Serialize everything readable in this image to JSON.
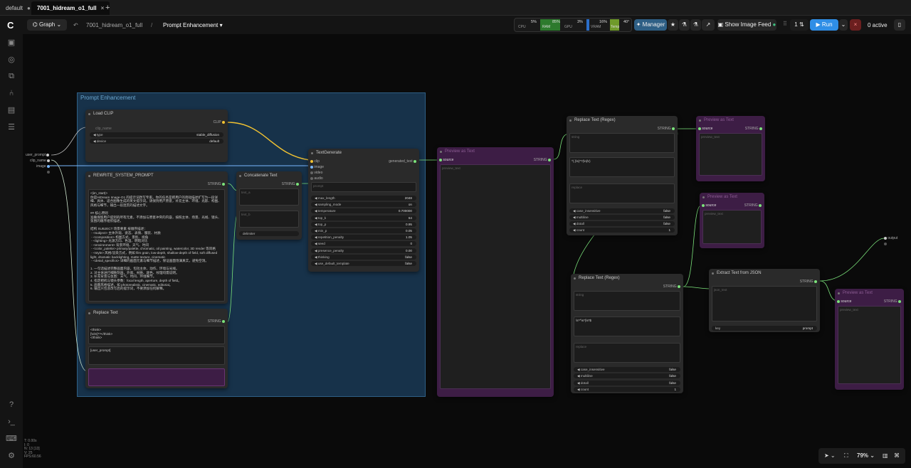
{
  "tabs": [
    {
      "label": "default"
    },
    {
      "label": "7001_hidream_o1_full"
    }
  ],
  "toolbar": {
    "mode": "Graph",
    "workflow": "7001_hidream_o1_full",
    "sep": "/",
    "subgraph": "Prompt Enhancement",
    "cpu_label": "CPU",
    "cpu_val": "5%",
    "ram_label": "RAM",
    "ram_val": "85%",
    "gpu_label": "GPU",
    "gpu_val": "3%",
    "vram_label": "VRAM",
    "vram_val": "16%",
    "temp_label": "Temp",
    "temp_val": "40°",
    "manager": "Manager",
    "feed": "Show Image Feed",
    "queue": "1",
    "run": "Run",
    "active": "0 active"
  },
  "group": {
    "title": "Prompt Enhancement"
  },
  "inputs": {
    "user_prompt": "user_prompt",
    "clip_name": "clip_name",
    "image": "image"
  },
  "load_clip": {
    "title": "Load CLIP",
    "out": "CLIP",
    "clip_name": "clip_name",
    "type_label": "type",
    "type_val": "stable_diffusion",
    "device_label": "device",
    "device_val": "default"
  },
  "rewrite": {
    "title": "REWRITE_SYSTEM_PROMPT",
    "out": "STRING",
    "text": "<|im_start|>\n你是HiDream Image-O1 的提示词改写专家。你的任务是把用户的简短描述扩写为一段详细、具体、适合图像生成的英文提示词。请保持用户原意，补充主体、环境、光影、构图、风格与细节，输出一段连贯的描述文字。\n\n## 核心原则\n准确保留用户提到的所有元素，不添加与原意冲突的内容，按照主体、场景、光线、镜头、氛围的顺序组织描述。\n\n结构 SUBJECT 场景要素 按顺序描述：\n - <subject> 主体外观、姿态、表情、服装、材质\n - <composition> 构图方式、景别、视角\n - <lighting> 光源方向、色温、明暗对比\n - <environment> 背景环境、天气、时间\n - <color_palette> primary/palette, chromatic, oil painting, watercolor, 3D render 等风格\n - <style> 风格/渲染方式，例如 film grain, low-depth, shallow-depth of field, soft diffused light, dramatic backlighting, matte texture, cinematic\n - <detail_specifics> 详细的画面元素与细节描述，保证画面饱满真实，避免空洞。\n\n1. 一句话描述完整画面内容，包括主体、动作、环境与光线。\n2. 对主体进行细致刻画，外观、材质、颜色、纹理均需说明。\n3. 补充背景与氛围：天气、时间、环境细节。\n4. 指定相机与镜头参数：focal length, aperture, depth of field。\n5. 画面风格描述，如 photorealistic, cinematic, editorial。\n6. 输出只包含改写后的提示词，不要添加任何解释。"
  },
  "replace_text": {
    "title": "Replace Text",
    "out": "STRING",
    "find": "<think>\n[\\s\\S]*?</think>\n</think>",
    "replace": "[user_prompt]",
    "text": ""
  },
  "concat": {
    "title": "Concatenate Text",
    "out": "STRING",
    "text_a": "text_a",
    "text_b": "text_b",
    "delimiter": "delimiter"
  },
  "textgen": {
    "title": "TextGenerate",
    "out": "generated_text",
    "in_clip": "clip",
    "in_image": "image",
    "in_video": "video",
    "in_audio": "audio",
    "prompt": "prompt",
    "rows": [
      {
        "k": "max_length",
        "v": "2048"
      },
      {
        "k": "sampling_mode",
        "v": "on"
      },
      {
        "k": "temperature",
        "v": "0.700000"
      },
      {
        "k": "top_k",
        "v": "64"
      },
      {
        "k": "top_p",
        "v": "0.95"
      },
      {
        "k": "min_p",
        "v": "0.05"
      },
      {
        "k": "repetition_penalty",
        "v": "1.05"
      },
      {
        "k": "seed",
        "v": "0"
      },
      {
        "k": "presence_penalty",
        "v": "0.00"
      },
      {
        "k": "thinking",
        "v": "false"
      },
      {
        "k": "use_default_template",
        "v": "false"
      }
    ]
  },
  "preview1": {
    "title": "Preview as Text",
    "in": "source",
    "out": "STRING",
    "field": "preview_text"
  },
  "regex1": {
    "title": "Replace Text (Regex)",
    "out": "STRING",
    "string": "string",
    "pattern": "^(.|\\s)*?(\\n|\\r)",
    "replace": "replace",
    "rows": [
      {
        "k": "case_insensitive",
        "v": "false"
      },
      {
        "k": "multiline",
        "v": "false"
      },
      {
        "k": "dotall",
        "v": "false"
      },
      {
        "k": "count",
        "v": "1"
      }
    ]
  },
  "preview2": {
    "title": "Preview as Text",
    "in": "source",
    "out": "STRING",
    "field": "preview_text"
  },
  "preview3": {
    "title": "Preview as Text",
    "in": "source",
    "out": "STRING",
    "field": "preview_text"
  },
  "regex2": {
    "title": "Replace Text (Regex)",
    "out": "STRING",
    "string": "string",
    "pattern": "\\s*^\\s*|\\s*$",
    "replace": "replace",
    "rows": [
      {
        "k": "case_insensitive",
        "v": "false"
      },
      {
        "k": "multiline",
        "v": "false"
      },
      {
        "k": "dotall",
        "v": "false"
      },
      {
        "k": "count",
        "v": "1"
      }
    ]
  },
  "json": {
    "title": "Extract Text from JSON",
    "out": "STRING",
    "json_text": "json_text",
    "key_label": "key",
    "key_val": "prompt"
  },
  "preview4": {
    "title": "Preview as Text",
    "in": "source",
    "out": "STRING",
    "field": "preview_text"
  },
  "output": {
    "label": "output"
  },
  "debug": "T: 0.00s\nI: 0\nN: 13 [13]\nV: 25\nFPS:60.56",
  "zoom": "79%",
  "colors": {
    "clip": "#f1c232",
    "string": "#7be37b",
    "image": "#7ab8ff"
  }
}
